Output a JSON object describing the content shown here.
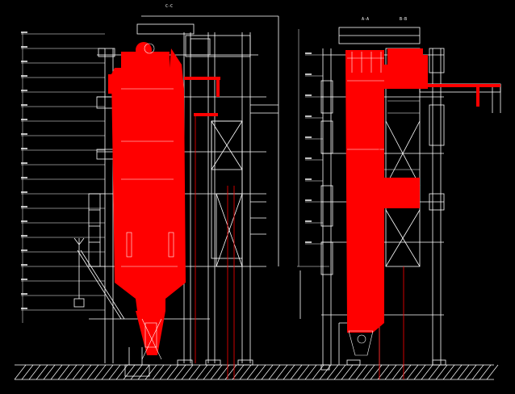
{
  "title_left_top": "C-C",
  "label_right_top_a": "A-A",
  "label_right_top_b": "B-B",
  "colors": {
    "background": "#000000",
    "boiler_fill": "#ff0000",
    "structure": "#ffffff",
    "accent": "#ff0000",
    "ground_hatch": "#ffffff"
  },
  "left_view": {
    "callouts_left": [
      "",
      "",
      "",
      "",
      "",
      "",
      "",
      "",
      "",
      "",
      "",
      "",
      "",
      "",
      "",
      "",
      "",
      "",
      "",
      ""
    ],
    "callouts_right": [
      "",
      "",
      "",
      "",
      "",
      ""
    ]
  },
  "right_view": {
    "callouts_left": [
      "",
      "",
      "",
      "",
      "",
      "",
      "",
      "",
      "",
      ""
    ],
    "callouts_right": [
      "",
      "",
      "",
      "",
      "",
      ""
    ]
  }
}
